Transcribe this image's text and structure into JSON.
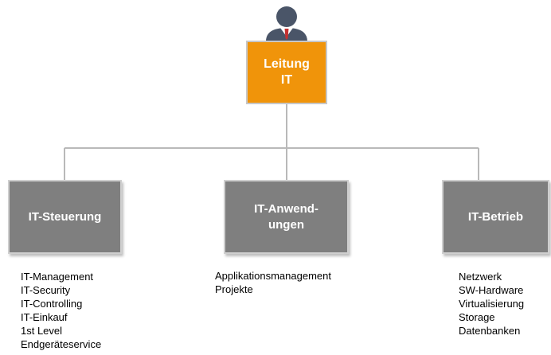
{
  "root": {
    "label": "Leitung\nIT",
    "color": "#f0940a"
  },
  "children": [
    {
      "label": "IT-Steuerung",
      "items": [
        "IT-Management",
        "IT-Security",
        "IT-Controlling",
        "IT-Einkauf",
        "1st Level",
        "Endgeräteservice"
      ]
    },
    {
      "label": "IT-Anwend-\nungen",
      "items": [
        "Applikationsmanagement",
        "Projekte"
      ]
    },
    {
      "label": "IT-Betrieb",
      "items": [
        "Netzwerk",
        "SW-Hardware",
        "Virtualisierung",
        "Storage",
        "Datenbanken"
      ]
    }
  ],
  "colors": {
    "child_box": "#7f7f7f",
    "connector": "#b9b9b9",
    "person": "#4a5568"
  },
  "icons": {
    "root": "person-icon"
  }
}
